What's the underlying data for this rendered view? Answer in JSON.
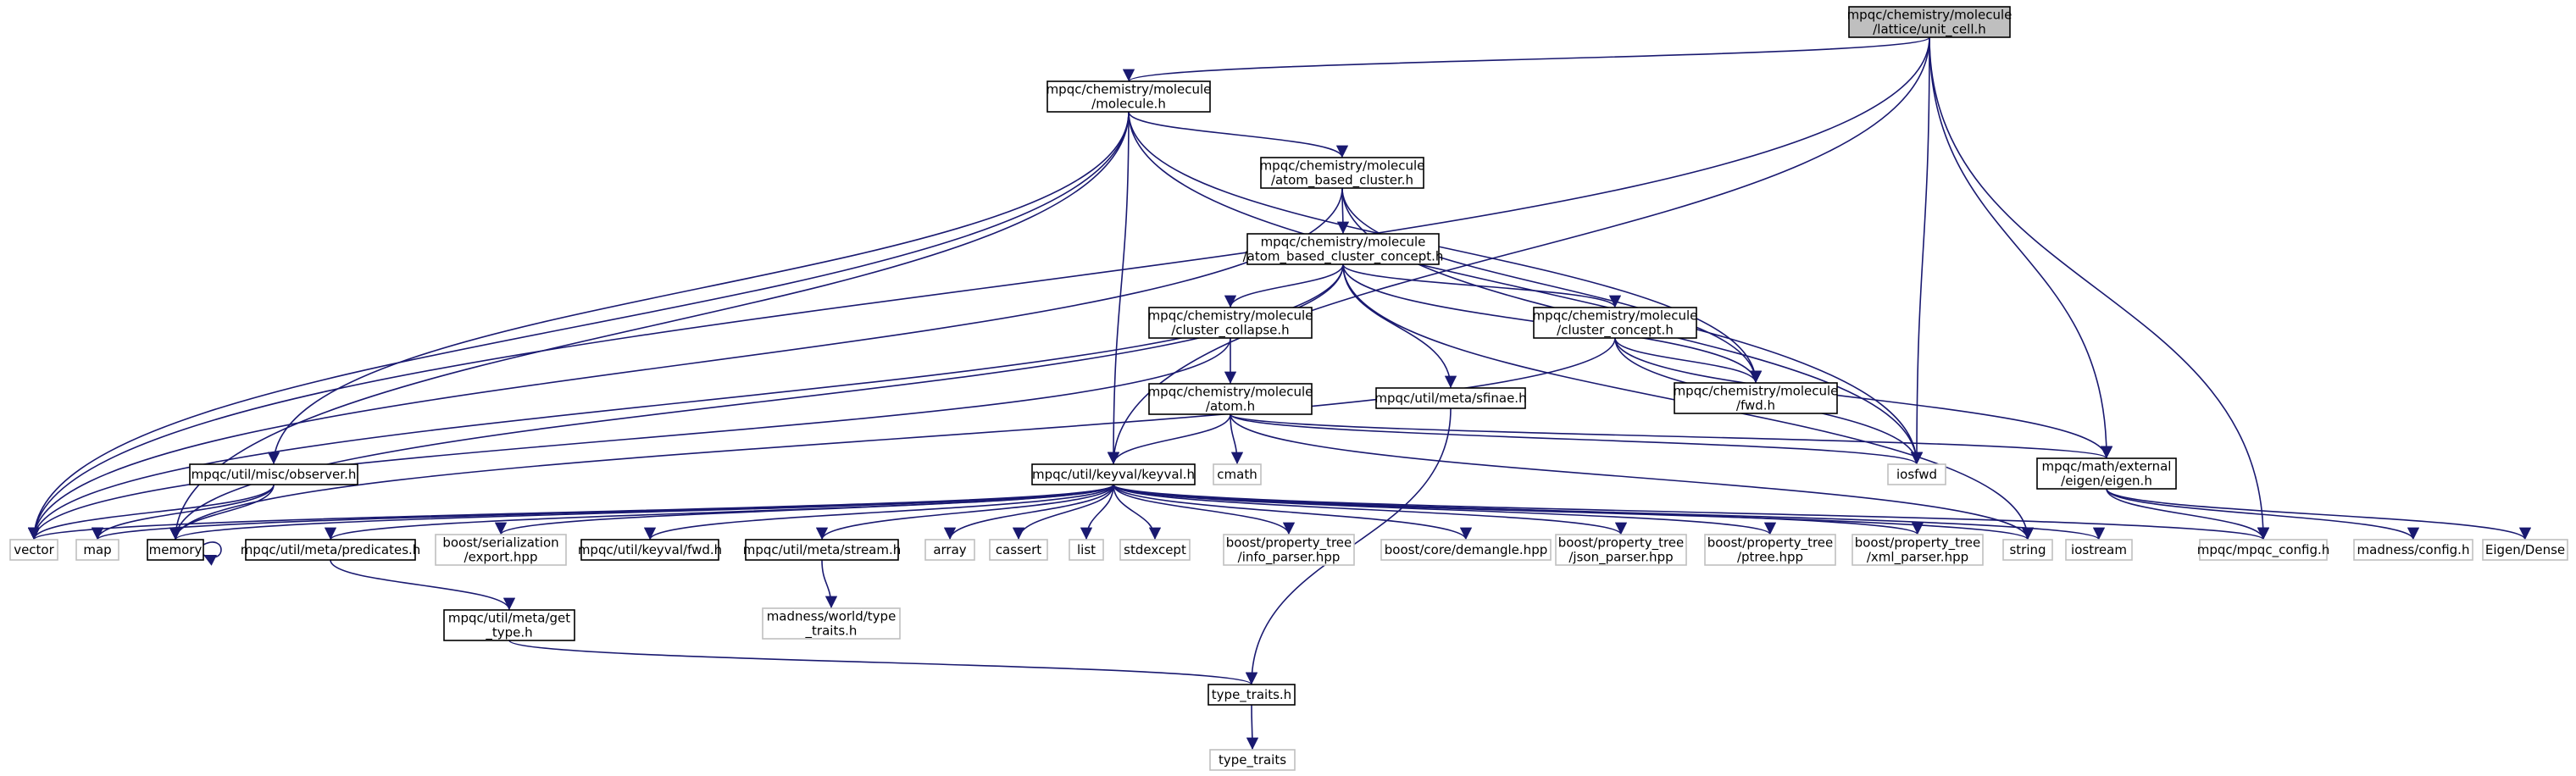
{
  "colors": {
    "edge": "#191970",
    "root_fill": "#bfbfbf",
    "internal_border": "#000000",
    "external_border": "#bfbfbf",
    "background": "#ffffff"
  },
  "nodes": [
    {
      "id": "unit_cell",
      "kind": "root",
      "lines": [
        "mpqc/chemistry/molecule",
        "/lattice/unit_cell.h"
      ]
    },
    {
      "id": "molecule",
      "kind": "internal",
      "lines": [
        "mpqc/chemistry/molecule",
        "/molecule.h"
      ]
    },
    {
      "id": "abc",
      "kind": "internal",
      "lines": [
        "mpqc/chemistry/molecule",
        "/atom_based_cluster.h"
      ]
    },
    {
      "id": "abcc",
      "kind": "internal",
      "lines": [
        "mpqc/chemistry/molecule",
        "/atom_based_cluster_concept.h"
      ]
    },
    {
      "id": "collapse",
      "kind": "internal",
      "lines": [
        "mpqc/chemistry/molecule",
        "/cluster_collapse.h"
      ]
    },
    {
      "id": "concept",
      "kind": "internal",
      "lines": [
        "mpqc/chemistry/molecule",
        "/cluster_concept.h"
      ]
    },
    {
      "id": "sfinae",
      "kind": "internal",
      "lines": [
        "mpqc/util/meta/sfinae.h"
      ]
    },
    {
      "id": "molfwd",
      "kind": "internal",
      "lines": [
        "mpqc/chemistry/molecule",
        "/fwd.h"
      ]
    },
    {
      "id": "atom",
      "kind": "internal",
      "lines": [
        "mpqc/chemistry/molecule",
        "/atom.h"
      ]
    },
    {
      "id": "observer",
      "kind": "internal",
      "lines": [
        "mpqc/util/misc/observer.h"
      ]
    },
    {
      "id": "keyval",
      "kind": "internal",
      "lines": [
        "mpqc/util/keyval/keyval.h"
      ]
    },
    {
      "id": "cmath",
      "kind": "external",
      "lines": [
        "cmath"
      ]
    },
    {
      "id": "iosfwd",
      "kind": "external",
      "lines": [
        "iosfwd"
      ]
    },
    {
      "id": "eigen",
      "kind": "internal",
      "lines": [
        "mpqc/math/external",
        "/eigen/eigen.h"
      ]
    },
    {
      "id": "vector",
      "kind": "external",
      "lines": [
        "vector"
      ]
    },
    {
      "id": "map",
      "kind": "external",
      "lines": [
        "map"
      ]
    },
    {
      "id": "memory",
      "kind": "internal",
      "lines": [
        "memory"
      ]
    },
    {
      "id": "predicates",
      "kind": "internal",
      "lines": [
        "mpqc/util/meta/predicates.h"
      ]
    },
    {
      "id": "serexport",
      "kind": "external",
      "lines": [
        "boost/serialization",
        "/export.hpp"
      ]
    },
    {
      "id": "kvfwd",
      "kind": "internal",
      "lines": [
        "mpqc/util/keyval/fwd.h"
      ]
    },
    {
      "id": "stream",
      "kind": "internal",
      "lines": [
        "mpqc/util/meta/stream.h"
      ]
    },
    {
      "id": "array",
      "kind": "external",
      "lines": [
        "array"
      ]
    },
    {
      "id": "cassert",
      "kind": "external",
      "lines": [
        "cassert"
      ]
    },
    {
      "id": "list",
      "kind": "external",
      "lines": [
        "list"
      ]
    },
    {
      "id": "stdexcept",
      "kind": "external",
      "lines": [
        "stdexcept"
      ]
    },
    {
      "id": "info",
      "kind": "external",
      "lines": [
        "boost/property_tree",
        "/info_parser.hpp"
      ]
    },
    {
      "id": "demangle",
      "kind": "external",
      "lines": [
        "boost/core/demangle.hpp"
      ]
    },
    {
      "id": "json",
      "kind": "external",
      "lines": [
        "boost/property_tree",
        "/json_parser.hpp"
      ]
    },
    {
      "id": "ptree",
      "kind": "external",
      "lines": [
        "boost/property_tree",
        "/ptree.hpp"
      ]
    },
    {
      "id": "xml",
      "kind": "external",
      "lines": [
        "boost/property_tree",
        "/xml_parser.hpp"
      ]
    },
    {
      "id": "string",
      "kind": "external",
      "lines": [
        "string"
      ]
    },
    {
      "id": "iostream",
      "kind": "external",
      "lines": [
        "iostream"
      ]
    },
    {
      "id": "config",
      "kind": "external",
      "lines": [
        "mpqc/mpqc_config.h"
      ]
    },
    {
      "id": "madconfig",
      "kind": "external",
      "lines": [
        "madness/config.h"
      ]
    },
    {
      "id": "eigendense",
      "kind": "external",
      "lines": [
        "Eigen/Dense"
      ]
    },
    {
      "id": "madtraits",
      "kind": "external",
      "lines": [
        "madness/world/type",
        "_traits.h"
      ]
    },
    {
      "id": "gettype",
      "kind": "internal",
      "lines": [
        "mpqc/util/meta/get",
        "_type.h"
      ]
    },
    {
      "id": "typetraitsh",
      "kind": "internal",
      "lines": [
        "type_traits.h"
      ]
    },
    {
      "id": "typetraits",
      "kind": "external",
      "lines": [
        "type_traits"
      ]
    }
  ],
  "edges": [
    [
      "unit_cell",
      "molecule"
    ],
    [
      "unit_cell",
      "vector"
    ],
    [
      "unit_cell",
      "keyval"
    ],
    [
      "unit_cell",
      "iosfwd"
    ],
    [
      "unit_cell",
      "eigen"
    ],
    [
      "unit_cell",
      "config"
    ],
    [
      "molecule",
      "abc"
    ],
    [
      "molecule",
      "molfwd"
    ],
    [
      "molecule",
      "observer"
    ],
    [
      "molecule",
      "keyval"
    ],
    [
      "molecule",
      "vector"
    ],
    [
      "molecule",
      "memory"
    ],
    [
      "molecule",
      "iosfwd"
    ],
    [
      "abc",
      "abcc"
    ],
    [
      "abc",
      "molfwd"
    ],
    [
      "abc",
      "vector"
    ],
    [
      "abc",
      "iosfwd"
    ],
    [
      "abcc",
      "collapse"
    ],
    [
      "abcc",
      "concept"
    ],
    [
      "abcc",
      "sfinae"
    ],
    [
      "abcc",
      "molfwd"
    ],
    [
      "abcc",
      "vector"
    ],
    [
      "abcc",
      "memory"
    ],
    [
      "abcc",
      "string"
    ],
    [
      "collapse",
      "atom"
    ],
    [
      "collapse",
      "vector"
    ],
    [
      "concept",
      "molfwd"
    ],
    [
      "concept",
      "memory"
    ],
    [
      "concept",
      "eigen"
    ],
    [
      "concept",
      "iosfwd"
    ],
    [
      "sfinae",
      "typetraitsh"
    ],
    [
      "atom",
      "keyval"
    ],
    [
      "atom",
      "cmath"
    ],
    [
      "atom",
      "iosfwd"
    ],
    [
      "atom",
      "eigen"
    ],
    [
      "atom",
      "string"
    ],
    [
      "observer",
      "vector"
    ],
    [
      "observer",
      "map"
    ],
    [
      "observer",
      "memory"
    ],
    [
      "keyval",
      "vector"
    ],
    [
      "keyval",
      "map"
    ],
    [
      "keyval",
      "memory"
    ],
    [
      "keyval",
      "predicates"
    ],
    [
      "keyval",
      "serexport"
    ],
    [
      "keyval",
      "kvfwd"
    ],
    [
      "keyval",
      "stream"
    ],
    [
      "keyval",
      "array"
    ],
    [
      "keyval",
      "cassert"
    ],
    [
      "keyval",
      "list"
    ],
    [
      "keyval",
      "stdexcept"
    ],
    [
      "keyval",
      "info"
    ],
    [
      "keyval",
      "demangle"
    ],
    [
      "keyval",
      "json"
    ],
    [
      "keyval",
      "ptree"
    ],
    [
      "keyval",
      "xml"
    ],
    [
      "keyval",
      "string"
    ],
    [
      "keyval",
      "iostream"
    ],
    [
      "keyval",
      "config"
    ],
    [
      "memory",
      "memory"
    ],
    [
      "predicates",
      "gettype"
    ],
    [
      "gettype",
      "typetraitsh"
    ],
    [
      "stream",
      "madtraits"
    ],
    [
      "eigen",
      "config"
    ],
    [
      "eigen",
      "madconfig"
    ],
    [
      "eigen",
      "eigendense"
    ],
    [
      "typetraitsh",
      "typetraits"
    ]
  ]
}
